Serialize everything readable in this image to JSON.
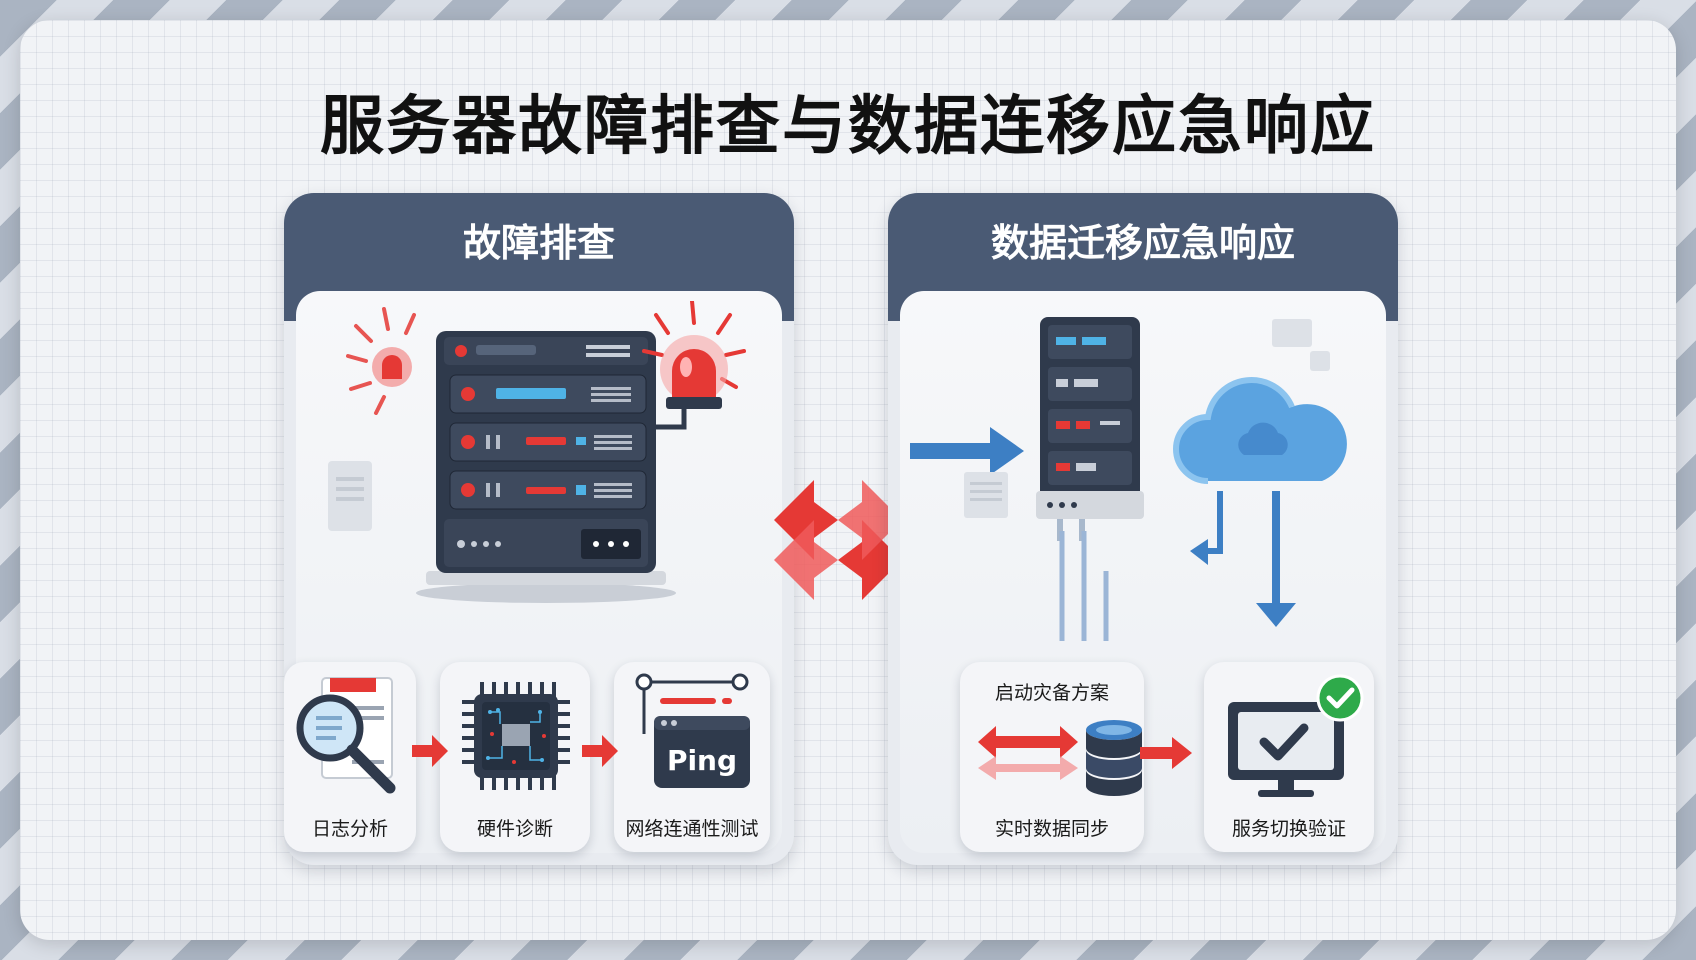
{
  "title": "服务器故障排查与数据连移应急响应",
  "left_panel": {
    "heading": "故障排查",
    "steps": [
      {
        "label": "日志分析",
        "icon": "magnifier-document-icon"
      },
      {
        "label": "硬件诊断",
        "icon": "chip-icon"
      },
      {
        "label": "网络连通性测试",
        "icon": "ping-terminal-icon",
        "badge": "Ping"
      }
    ]
  },
  "right_panel": {
    "heading": "数据迁移应急响应",
    "steps": [
      {
        "label": "启动灾备方案",
        "icon": "sync-arrows-icon"
      },
      {
        "label": "实时数据同步",
        "icon": "database-icon"
      },
      {
        "label": "服务切换验证",
        "icon": "monitor-check-icon"
      }
    ]
  },
  "colors": {
    "header": "#4a5a74",
    "alert": "#e53935",
    "accent_blue": "#3d7fc4",
    "success": "#2eaa4a"
  }
}
